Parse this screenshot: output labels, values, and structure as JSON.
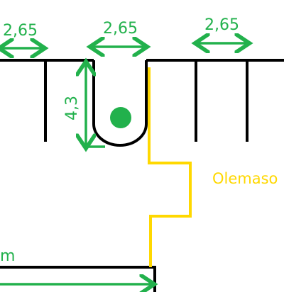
{
  "labels": {
    "dim_left": "2,65",
    "dim_center": "2,65",
    "dim_right": "2,65",
    "dim_vertical": "4,3",
    "yellow_label": "Olemaso",
    "bottom_left_label": "m"
  },
  "colors": {
    "structure": "#000000",
    "dimension": "#22b14c",
    "marker": "#22b14c",
    "boundary": "#ffd800"
  }
}
